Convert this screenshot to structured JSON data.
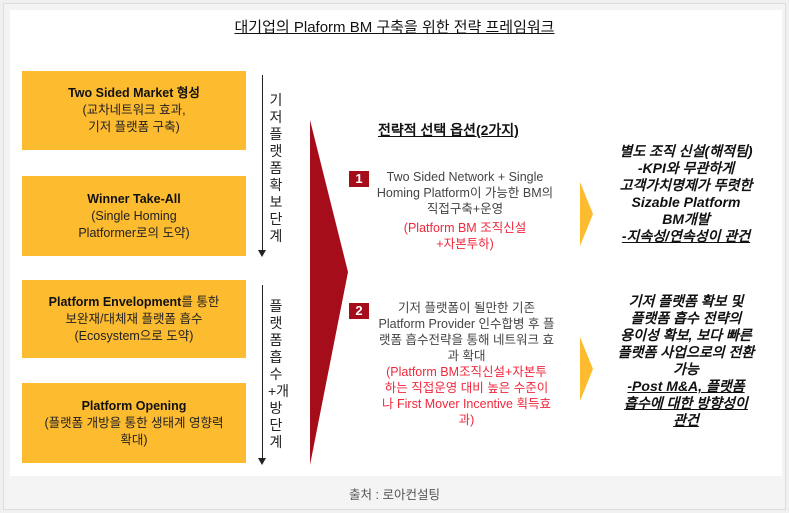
{
  "title": "대기업의 Plaform BM 구축을 위한 전략 프레임워크",
  "stages": [
    {
      "bold": "Two Sided Market 형성",
      "rest": "(교차네트워크 효과,\n기저 플랫폼 구축)"
    },
    {
      "bold": "Winner Take-All",
      "rest": "(Single Homing\nPlatformer로의 도약)"
    },
    {
      "bold": "Platform Envelopment",
      "bold_suffix": "를 통한",
      "rest": "보완재/대체재 플랫폼 흡수\n(Ecosystem으로 도약)"
    },
    {
      "bold": "Platform Opening",
      "rest": "(플랫폼 개방을 통한 생태계 영향력\n확대)"
    }
  ],
  "phases": [
    "기저 플랫폼 확보단계",
    "플랫폼 흡수+개방 단계"
  ],
  "options_title": "전략적 선택 옵션(2가지)",
  "options": [
    {
      "num": "1",
      "text": "Two Sided Network + Single Homing Platform이 가능한 BM의 직접구축+운영",
      "note": "(Platform BM 조직신설+자본투하)"
    },
    {
      "num": "2",
      "text": "기저 플랫폼이 될만한 기존 Platform Provider 인수합병 후 플랫폼 흡수전략을 통해 네트워크 효과 확대",
      "note": "(Platform BM조직신설+자본투하는 직접운영 대비 높은 수준이나 First Mover Incentive 획득효과)"
    }
  ],
  "results": [
    {
      "main": "별도 조직 신설(해적팀)\n-KPI와 무관하게\n고객가치명제가 뚜렷한\nSizable Platform\nBM개발",
      "underlined": "-지속성/연속성이 관건"
    },
    {
      "main": "기저 플랫폼 확보 및\n플랫폼 흡수 전략의\n용이성 확보, 보다 빠른\n플랫폼 사업으로의 전환\n가능",
      "underlined": "-Post M&A, 플랫폼\n흡수에 대한 방향성이\n관건"
    }
  ],
  "source": "출처 : 로아컨설팅",
  "colors": {
    "yellow": "#FDBB30",
    "red": "#A50D1B",
    "note_red": "#F0283C"
  }
}
